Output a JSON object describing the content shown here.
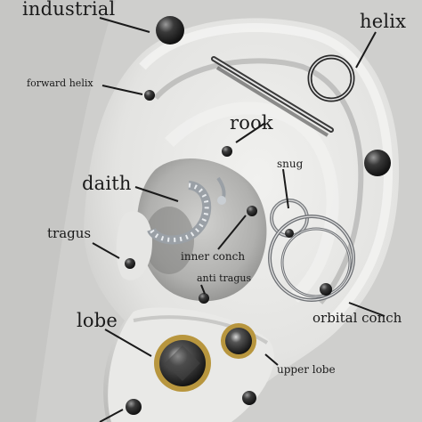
{
  "labels": {
    "industrial": "industrial",
    "helix": "helix",
    "forward_helix": "forward helix",
    "rook": "rook",
    "daith": "daith",
    "snug": "snug",
    "tragus": "tragus",
    "inner_conch": "inner conch",
    "anti_tragus": "anti tragus",
    "lobe": "lobe",
    "orbital_conch": "orbital conch",
    "upper_lobe": "upper lobe"
  },
  "colors": {
    "background": "#d9d9d7",
    "skin": "#e8e8e6",
    "shadow": "#9c9c9a",
    "text": "#1a1a1a",
    "jewel_gold": "#b8963e",
    "jewel_black": "#202020",
    "metal": "#b9bcc0"
  }
}
